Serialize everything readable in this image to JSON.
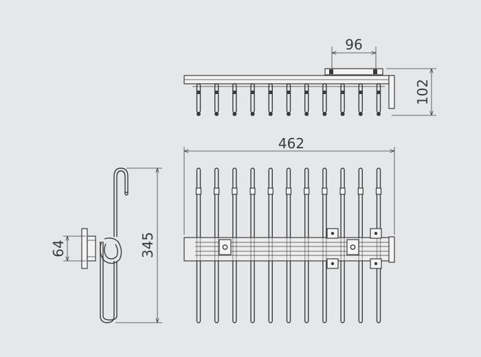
{
  "drawing": {
    "dimensions": {
      "top_width": "96",
      "top_height": "102",
      "overall_width": "462",
      "side_height": "345",
      "side_bracket": "64"
    },
    "hanger_count": 11,
    "line_color": "#3a3a3a",
    "background_color": "#e6e7e8"
  }
}
